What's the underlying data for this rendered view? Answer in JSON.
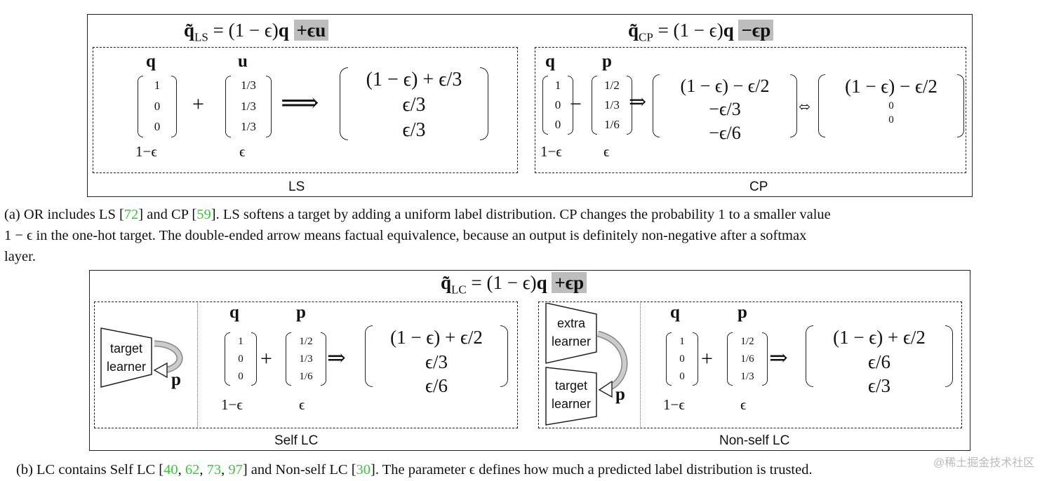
{
  "figure_a": {
    "ls": {
      "equation_lhs": "q̃",
      "equation_sub": "LS",
      "equation_rhs": "= (1 − ϵ)",
      "equation_q": "q",
      "equation_hl": "+ϵu",
      "label": "LS",
      "vec1_name": "q",
      "vec1": [
        "1",
        "0",
        "0"
      ],
      "vec1_weight": "1−ϵ",
      "op": "+",
      "vec2_name": "u",
      "vec2": [
        "1/3",
        "1/3",
        "1/3"
      ],
      "vec2_weight": "ϵ",
      "arrow": "⟹",
      "result": [
        "(1 − ϵ) + ϵ/3",
        "ϵ/3",
        "ϵ/3"
      ]
    },
    "cp": {
      "equation_lhs": "q̃",
      "equation_sub": "CP",
      "equation_rhs": "= (1 − ϵ)",
      "equation_q": "q",
      "equation_hl": "−ϵp",
      "label": "CP",
      "vec1_name": "q",
      "vec1": [
        "1",
        "0",
        "0"
      ],
      "vec1_weight": "1−ϵ",
      "op": "−",
      "vec2_name": "p",
      "vec2": [
        "1/2",
        "1/3",
        "1/6"
      ],
      "vec2_weight": "ϵ",
      "arrow": "⇒",
      "result": [
        "(1 − ϵ) − ϵ/2",
        "−ϵ/3",
        "−ϵ/6"
      ],
      "equiv": "⬄",
      "result2": [
        "(1 − ϵ) − ϵ/2",
        "0",
        "0"
      ]
    },
    "caption_lines": [
      [
        "(a) OR includes LS [",
        "72",
        "] and CP [",
        "59",
        "]. LS softens a target by adding a uniform label distribution. CP changes the probability 1 to a smaller value"
      ],
      [
        "1 − ϵ in the one-hot target. The double-ended arrow means factual equivalence, because an output is definitely non-negative after a softmax"
      ],
      [
        "layer."
      ]
    ]
  },
  "figure_b": {
    "equation_lhs": "q̃",
    "equation_sub": "LC",
    "equation_rhs": "= (1 − ϵ)",
    "equation_q": "q",
    "equation_hl": "+ϵp",
    "self": {
      "label": "Self LC",
      "learner": [
        "target",
        "learner"
      ],
      "p_label": "p",
      "vec1_name": "q",
      "vec1": [
        "1",
        "0",
        "0"
      ],
      "vec1_weight": "1−ϵ",
      "op": "+",
      "vec2_name": "p",
      "vec2": [
        "1/2",
        "1/3",
        "1/6"
      ],
      "vec2_weight": "ϵ",
      "arrow": "⇒",
      "result": [
        "(1 − ϵ) + ϵ/2",
        "ϵ/3",
        "ϵ/6"
      ]
    },
    "nonself": {
      "label": "Non-self LC",
      "learner_top": [
        "extra",
        "learner"
      ],
      "learner_bottom": [
        "target",
        "learner"
      ],
      "p_label": "p",
      "vec1_name": "q",
      "vec1": [
        "1",
        "0",
        "0"
      ],
      "vec1_weight": "1−ϵ",
      "op": "+",
      "vec2_name": "p",
      "vec2": [
        "1/2",
        "1/6",
        "1/3"
      ],
      "vec2_weight": "ϵ",
      "arrow": "⇒",
      "result": [
        "(1 − ϵ) + ϵ/2",
        "ϵ/6",
        "ϵ/3"
      ]
    },
    "caption": {
      "p1": "(b) LC contains Self LC [",
      "c1": "40",
      "s1": ", ",
      "c2": "62",
      "s2": ", ",
      "c3": "73",
      "s3": ", ",
      "c4": "97",
      "p2": "] and Non-self LC [",
      "c5": "30",
      "p3": "]. The parameter ϵ defines how much a predicted label distribution is trusted."
    }
  },
  "watermark": "@稀土掘金技术社区",
  "colors": {
    "highlight": "#bdbdbd",
    "citation": "#33cc33"
  }
}
